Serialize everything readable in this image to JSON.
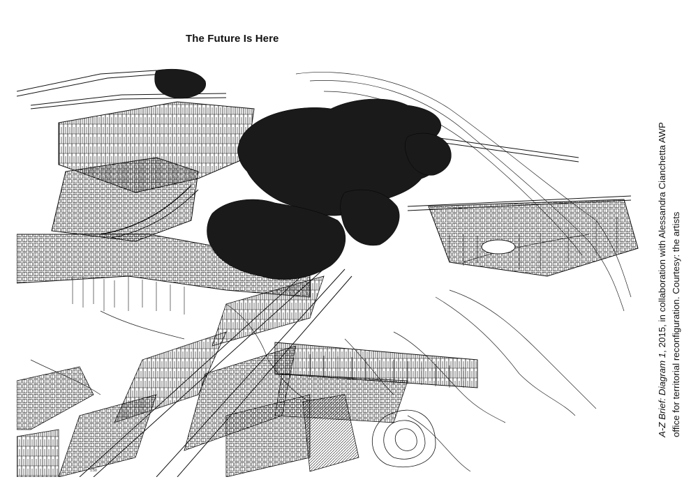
{
  "title": "The Future Is Here",
  "drawing": {
    "scale_label": "1:50"
  },
  "caption": {
    "work_title_part1": "A-Z Brief: ",
    "work_title_part2": "Diagram 1",
    "line1_rest": ", 2015, in collaboration with Alessandra Cianchetta AWP",
    "line2": "office for territorial reconfiguration. Courtesy: the artists"
  }
}
